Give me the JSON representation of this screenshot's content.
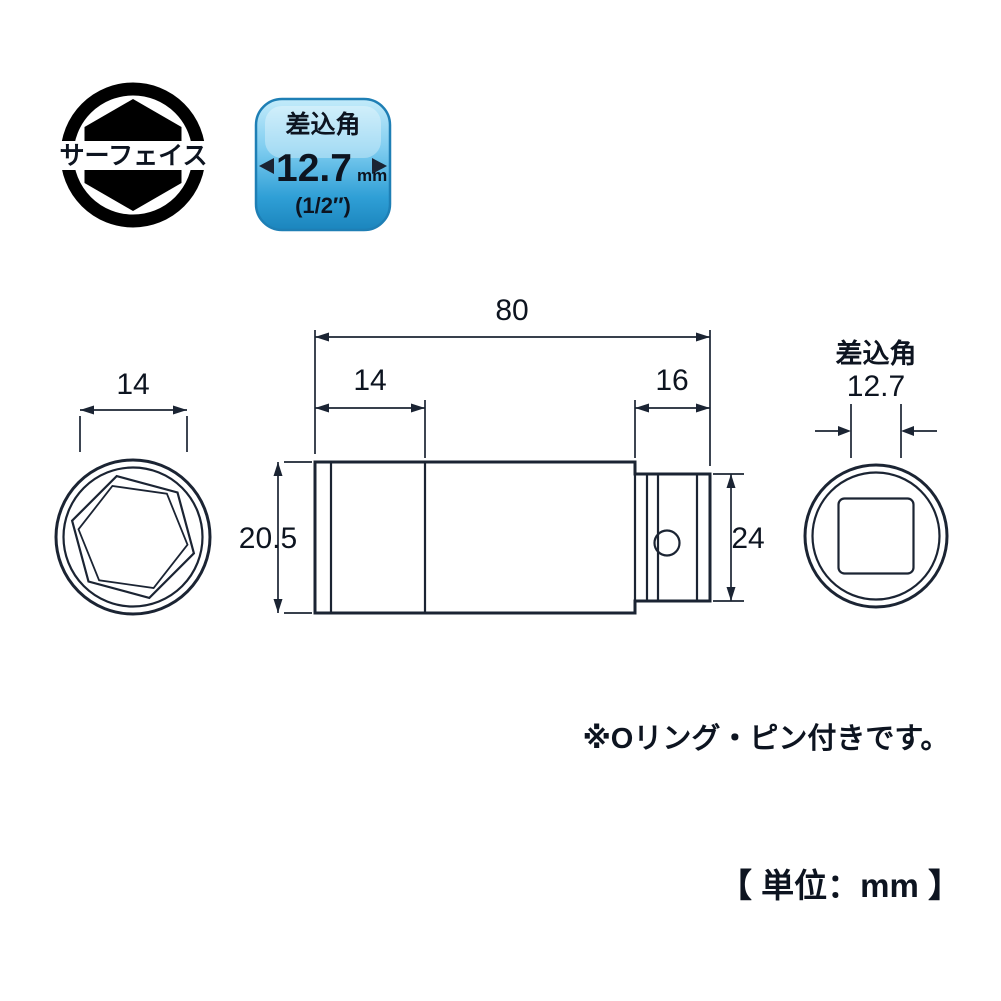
{
  "logo": {
    "label": "サーフェイス"
  },
  "badge": {
    "title": "差込角",
    "value": "12.7",
    "unit": "mm",
    "fraction": "(1/2″)"
  },
  "side_view": {
    "total_length": "80",
    "hex_depth": "14",
    "drive_section_length": "16",
    "body_diameter": "20.5",
    "drive_end_diameter": "24"
  },
  "front_view": {
    "hex_size": "14"
  },
  "back_view": {
    "drive_label": "差込角",
    "drive_size": "12.7"
  },
  "notes": {
    "oring_pin": "※Oリング・ピン付きです。",
    "unit": "【 単位：mm 】"
  }
}
